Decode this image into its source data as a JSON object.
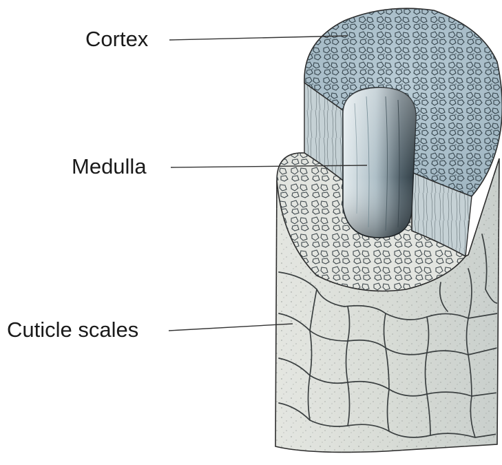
{
  "labels": {
    "cortex": "Cortex",
    "medulla": "Medulla",
    "cuticle": "Cuticle scales"
  },
  "colors": {
    "ink": "#2b2b2b",
    "cortex_fill": "#a9bfcb",
    "cortex_side": "#c4d0d4",
    "shaft_fill": "#d9dcd6",
    "medulla_light": "#d6e1e6",
    "medulla_dark": "#3a4a52",
    "leader_line": "#333333"
  },
  "icons": [
    "hair-cross-section-illustration"
  ]
}
